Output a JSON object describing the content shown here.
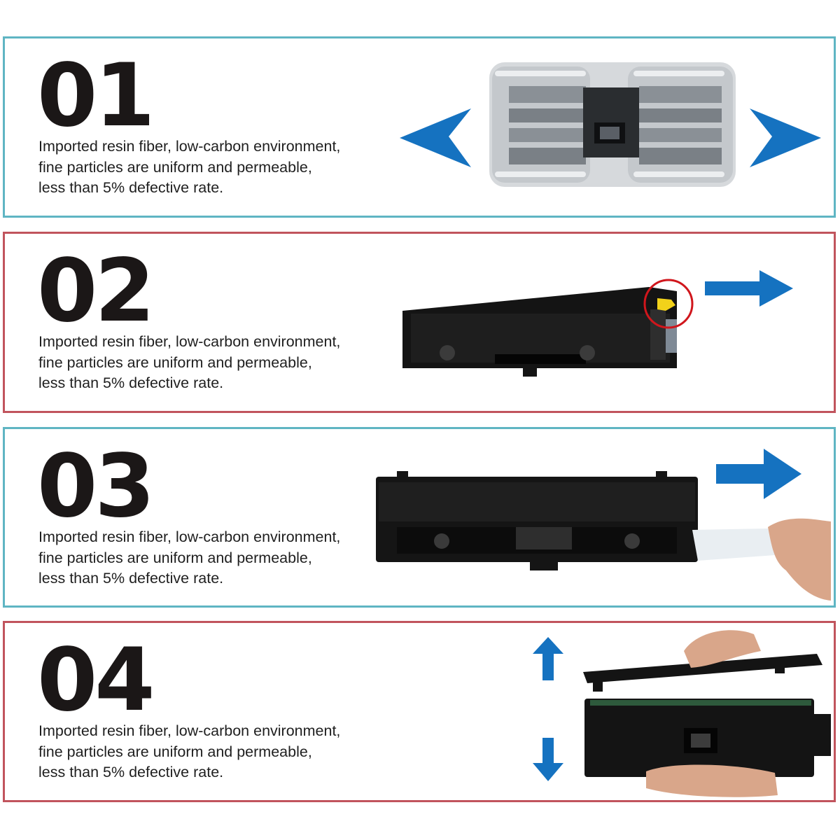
{
  "steps": [
    {
      "number": "01",
      "lines": [
        "Imported resin fiber, low-carbon environment,",
        "fine particles are uniform and permeable,",
        "less than 5% defective rate."
      ]
    },
    {
      "number": "02",
      "lines": [
        "Imported resin fiber, low-carbon environment,",
        "fine particles are uniform and permeable,",
        "less than 5% defective rate."
      ]
    },
    {
      "number": "03",
      "lines": [
        "Imported resin fiber, low-carbon environment,",
        "fine particles are uniform and permeable,",
        "less than 5% defective rate."
      ]
    },
    {
      "number": "04",
      "lines": [
        "Imported resin fiber, low-carbon environment,",
        "fine particles are uniform and permeable,",
        "less than 5% defective rate."
      ]
    }
  ],
  "colors": {
    "frame_teal": "#5fb5c3",
    "frame_red": "#c1545d",
    "arrow_blue": "#1572c0",
    "number_text": "#1b1717",
    "cartridge": "#141414",
    "highlight_circle": "#d0161c",
    "tab_yellow": "#f2d21a"
  },
  "icons": [
    "arrow-left-icon",
    "arrow-right-icon",
    "arrow-up-icon",
    "arrow-down-icon",
    "highlight-circle-icon"
  ]
}
